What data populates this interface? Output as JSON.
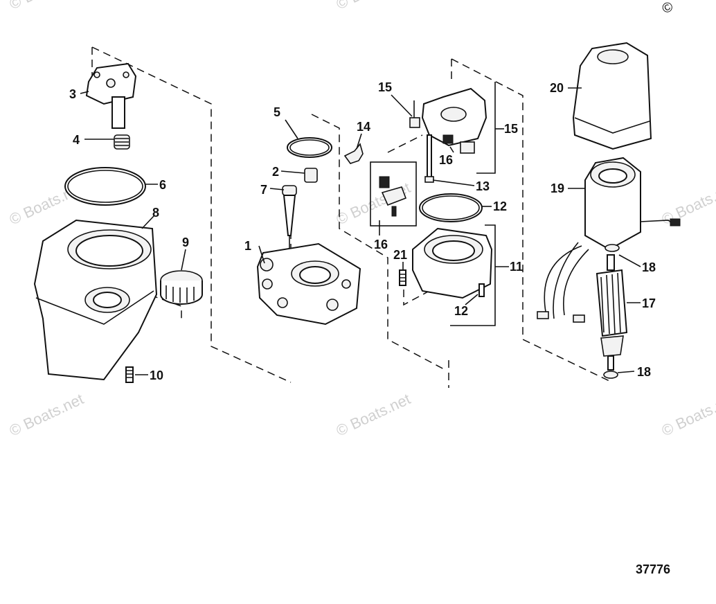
{
  "diagram": {
    "figure_number": "37776",
    "watermark_text": "© Boats.net",
    "callouts": [
      "1",
      "2",
      "3",
      "4",
      "5",
      "6",
      "7",
      "8",
      "9",
      "10",
      "11",
      "12",
      "13",
      "14",
      "15",
      "15",
      "16",
      "16",
      "16",
      "17",
      "18",
      "18",
      "19",
      "20",
      "21"
    ]
  },
  "colors": {
    "line": "#111111",
    "background": "#ffffff",
    "watermark": "#d0d0d0"
  }
}
